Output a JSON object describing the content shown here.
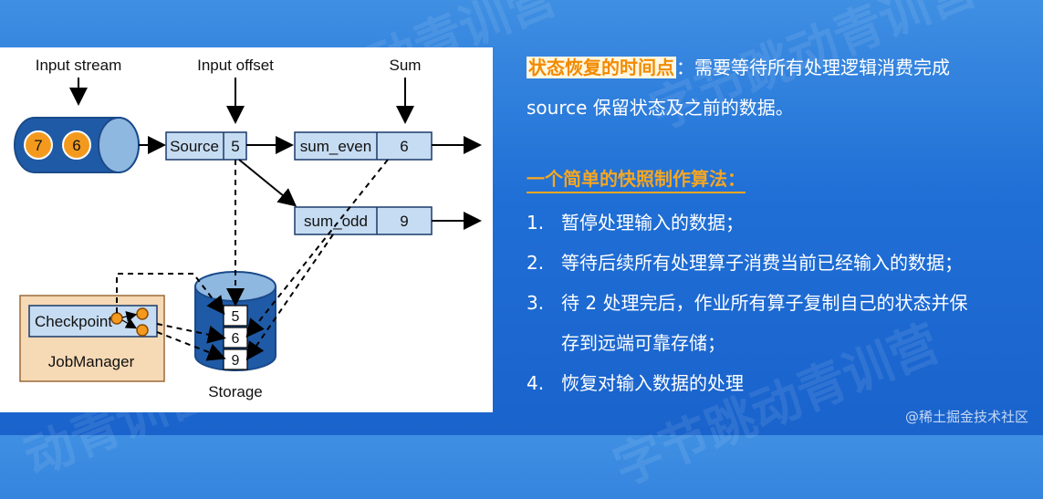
{
  "diagram": {
    "label_input_stream": "Input stream",
    "label_input_offset": "Input offset",
    "label_sum": "Sum",
    "stream_values": [
      "7",
      "6"
    ],
    "source_name": "Source",
    "source_value": "5",
    "sum_even_name": "sum_even",
    "sum_even_value": "6",
    "sum_odd_name": "sum_odd",
    "sum_odd_value": "9",
    "checkpoint_label": "Checkpoint",
    "jobmanager_label": "JobManager",
    "storage_values": [
      "5",
      "6",
      "9"
    ],
    "storage_label": "Storage"
  },
  "text": {
    "intro_highlight": "状态恢复的时间点",
    "intro_rest": "：需要等待所有处理逻辑消费完成",
    "intro_line2": "source 保留状态及之前的数据。",
    "algo_title": "一个简单的快照制作算法：",
    "steps": [
      {
        "num": "1.",
        "text": "暂停处理输入的数据；"
      },
      {
        "num": "2.",
        "text": "等待后续所有处理算子消费当前已经输入的数据；"
      },
      {
        "num": "3.",
        "text": "待 2 处理完后，作业所有算子复制自己的状态并保"
      },
      {
        "num": "",
        "text": "存到远端可靠存储；"
      },
      {
        "num": "4.",
        "text": "恢复对输入数据的处理"
      }
    ],
    "credit": "@稀土掘金技术社区"
  },
  "watermark": [
    "字节跳动青训营",
    "字节跳动青训营",
    "动青训营",
    "字节跳动青训营"
  ],
  "colors": {
    "background": "#2a7ae0",
    "highlight": "#f28a00",
    "box_fill": "#c6dcf2",
    "stream_fill": "#1f5aa6",
    "circle_fill": "#f39a1e",
    "jobmanager_fill": "#f6d9b5"
  }
}
